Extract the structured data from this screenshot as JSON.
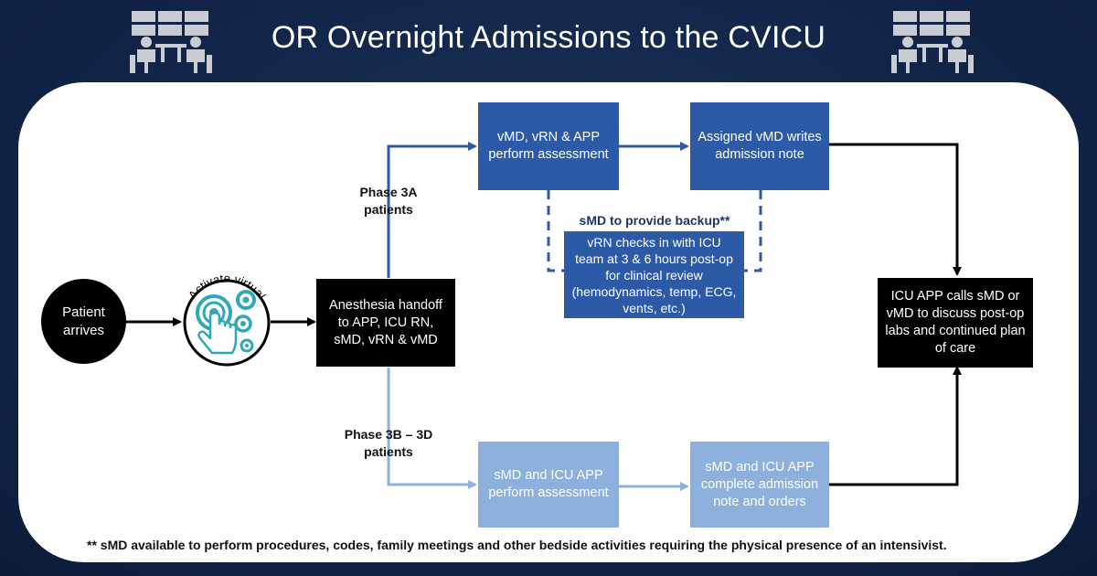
{
  "title": "OR Overnight Admissions to the CVICU",
  "activate_label": "Activate virtual",
  "nodes": {
    "patient": "Patient arrives",
    "handoff": "Anesthesia handoff to APP, ICU RN, sMD, vRN & vMD",
    "assess_3a": "vMD, vRN & APP perform assessment",
    "note_3a": "Assigned vMD writes admission note",
    "checkin": "vRN checks in with ICU team at 3 & 6 hours post-op for clinical review (hemodynamics, temp, ECG, vents, etc.)",
    "assess_3b": "sMD and ICU APP perform assessment",
    "note_3b": "sMD and ICU APP complete admission note and orders",
    "final": "ICU APP calls sMD or vMD to discuss post-op labs and continued plan of care"
  },
  "labels": {
    "phase_3a": "Phase 3A patients",
    "phase_3b": "Phase 3B – 3D patients",
    "backup": "sMD to provide backup**"
  },
  "footnote": "** sMD available to perform procedures, codes, family meetings and other bedside activities requiring the physical presence of an intensivist.",
  "icons": [
    "control-room-icon",
    "activate-virtual-touch-icon",
    "control-room-icon"
  ],
  "colors": {
    "background": "#12264a",
    "dark_blue_box": "#2d5aa6",
    "light_blue_box": "#8eb0dc",
    "black_box": "#000000",
    "backup_text": "#1c3466"
  }
}
